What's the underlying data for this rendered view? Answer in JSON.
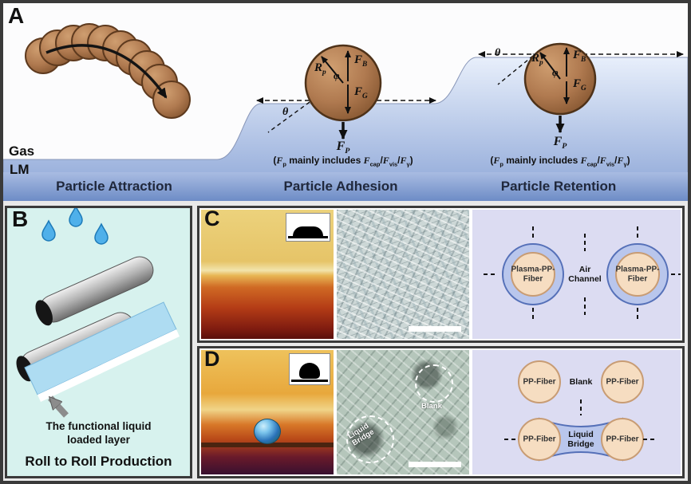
{
  "panelA": {
    "tag": "A",
    "gas": "Gas",
    "lm": "LM",
    "sections": {
      "attraction": "Particle Attraction",
      "adhesion": "Particle Adhesion",
      "retention": "Particle Retention"
    },
    "labels": {
      "R": "R",
      "sub_p": "p",
      "F": "F",
      "sub_B": "B",
      "sub_G": "G",
      "sub_P": "P",
      "theta": "θ",
      "phi": "φ"
    },
    "caption": {
      "open": "(",
      "F": "F",
      "sub_p": "p",
      "middle": " mainly includes ",
      "sub_cap": "cap",
      "slash": "/",
      "sub_vis": "vis",
      "sub_gamma": "γ",
      "close": ")"
    }
  },
  "panelB": {
    "tag": "B",
    "caption_line1": "The functional liquid",
    "caption_line2": "loaded layer",
    "title": "Roll to Roll Production"
  },
  "panelC": {
    "tag": "C",
    "fiber_label": "Plasma-PP-Fiber",
    "air_line1": "Air",
    "air_line2": "Channel"
  },
  "panelD": {
    "tag": "D",
    "fiber_label": "PP-Fiber",
    "blank": "Blank",
    "bridge_line1": "Liquid",
    "bridge_line2": "Bridge",
    "micro_bridge_line1": "Liquid",
    "micro_bridge_line2": "Bridge",
    "micro_blank": "Blank"
  }
}
